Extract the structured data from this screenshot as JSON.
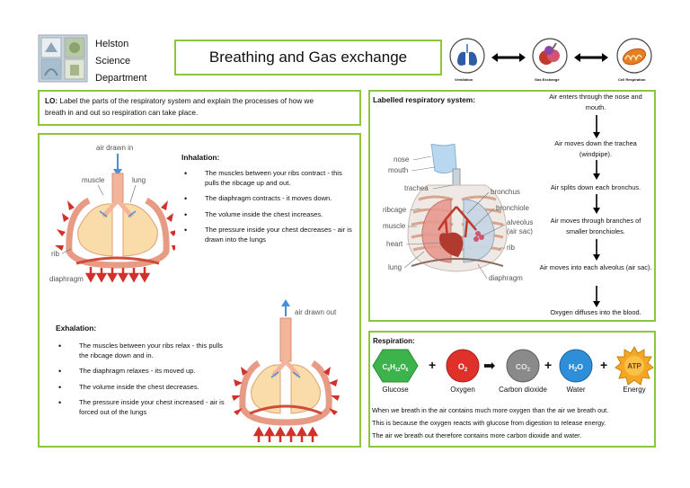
{
  "header": {
    "department_line1": "Helston",
    "department_line2": "Science",
    "department_line3": "Department",
    "title": "Breathing and Gas exchange",
    "icons": [
      {
        "name": "lungs-icon",
        "label": "Ventilation"
      },
      {
        "name": "alveoli-icon",
        "label": "Gas Exchange"
      },
      {
        "name": "mitochondria-icon",
        "label": "Cell Respiration"
      }
    ]
  },
  "lo": {
    "prefix": "LO:",
    "text_line1": " Label the parts of the respiratory system and explain the processes of how we",
    "text_line2": "breath in and out so respiration can take place."
  },
  "inhalation": {
    "diagram_label_top": "air drawn in",
    "labels": {
      "muscle": "muscle",
      "lung": "lung",
      "rib": "rib",
      "diaphragm": "diaphragm"
    },
    "heading": "Inhalation:",
    "points": [
      "The muscles between your ribs contract - this pulls the ribcage up and out.",
      "The diaphragm contracts - it moves down.",
      "The volume inside the chest increases.",
      "The pressure inside your chest decreases - air is drawn into the lungs"
    ]
  },
  "exhalation": {
    "diagram_label_top": "air drawn out",
    "heading": "Exhalation:",
    "points": [
      "The muscles between your ribs relax - this pulls the ribcage down and in.",
      "The diaphragm relaxes - its moved up.",
      "The volume inside the chest decreases.",
      "The pressure inside your chest increased - air is forced out of the lungs"
    ]
  },
  "respiratory_system": {
    "heading": "Labelled respiratory system:",
    "labels": {
      "nose": "nose",
      "mouth": "mouth",
      "trachea": "trachea",
      "ribcage": "ribcage",
      "muscle": "muscle",
      "heart": "heart",
      "lung": "lung",
      "bronchus": "bronchus",
      "bronchiole": "bronchiole",
      "alveolus": "alveolus",
      "air_sac": "(air sac)",
      "rib": "rib",
      "diaphragm": "diaphragm"
    },
    "flow": [
      "Air enters through the nose and mouth.",
      "Air moves down the trachea (windpipe).",
      "Air splits down each bronchus.",
      "Air moves through branches of smaller bronchioles.",
      "Air moves into each alveolus (air sac).",
      "Oxygen diffuses into the blood."
    ]
  },
  "respiration": {
    "heading": "Respiration:",
    "molecules": [
      {
        "name": "Glucose",
        "formula": "C6H12O6",
        "color": "#3cb44b"
      },
      {
        "name": "Oxygen",
        "formula": "O2",
        "color": "#e0302a"
      },
      {
        "name": "Carbon dioxide",
        "formula": "CO2",
        "color": "#8a8a8a"
      },
      {
        "name": "Water",
        "formula": "H2O",
        "color": "#2e8fd8"
      },
      {
        "name": "Energy",
        "formula": "ATP",
        "color": "#f5a623"
      }
    ],
    "symbols": {
      "plus": "+",
      "arrow": "➡"
    },
    "text": [
      "When we breath in the air contains much more oxygen than the air we breath out.",
      "This is because the oxygen reacts with glucose from digestion to release energy.",
      "The air we breath out therefore contains more carbon dioxide and water."
    ]
  }
}
